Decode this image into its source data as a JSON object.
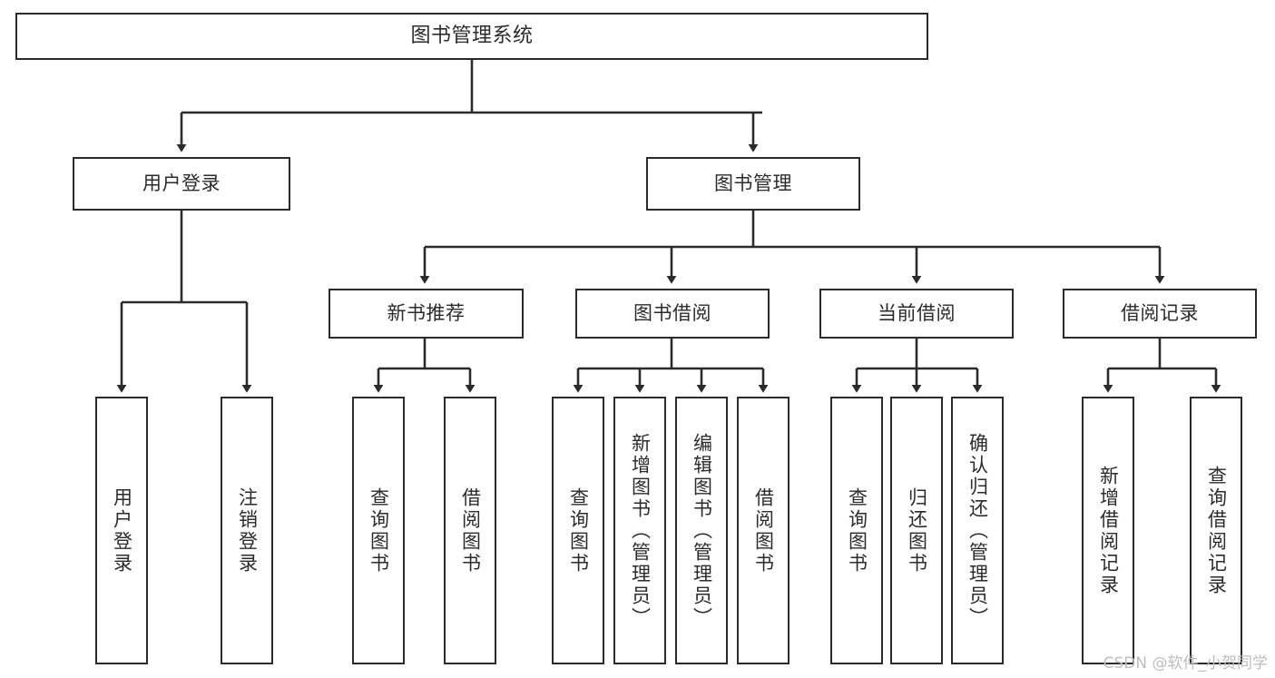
{
  "diagram": {
    "type": "tree",
    "title": "图书管理系统",
    "colors": {
      "stroke": "#2b2b2b",
      "fill": "#ffffff",
      "background": "#ffffff",
      "watermark": "#bdbdbd"
    },
    "root": {
      "label": "图书管理系统"
    },
    "level2": [
      {
        "label": "用户登录"
      },
      {
        "label": "图书管理"
      }
    ],
    "level3": [
      {
        "label": "新书推荐"
      },
      {
        "label": "图书借阅"
      },
      {
        "label": "当前借阅"
      },
      {
        "label": "借阅记录"
      }
    ],
    "leaves": {
      "user_login": [
        {
          "label": "用户登录"
        },
        {
          "label": "注销登录"
        }
      ],
      "new_book": [
        {
          "label": "查询图书"
        },
        {
          "label": "借阅图书"
        }
      ],
      "book_borrow": [
        {
          "label": "查询图书"
        },
        {
          "label": "新增图书（管理员）"
        },
        {
          "label": "编辑图书（管理员）"
        },
        {
          "label": "借阅图书"
        }
      ],
      "current_borrow": [
        {
          "label": "查询图书"
        },
        {
          "label": "归还图书"
        },
        {
          "label": "确认归还（管理员）"
        }
      ],
      "borrow_record": [
        {
          "label": "新增借阅记录"
        },
        {
          "label": "查询借阅记录"
        }
      ]
    },
    "watermark": "CSDN @软件_小贺同学"
  }
}
